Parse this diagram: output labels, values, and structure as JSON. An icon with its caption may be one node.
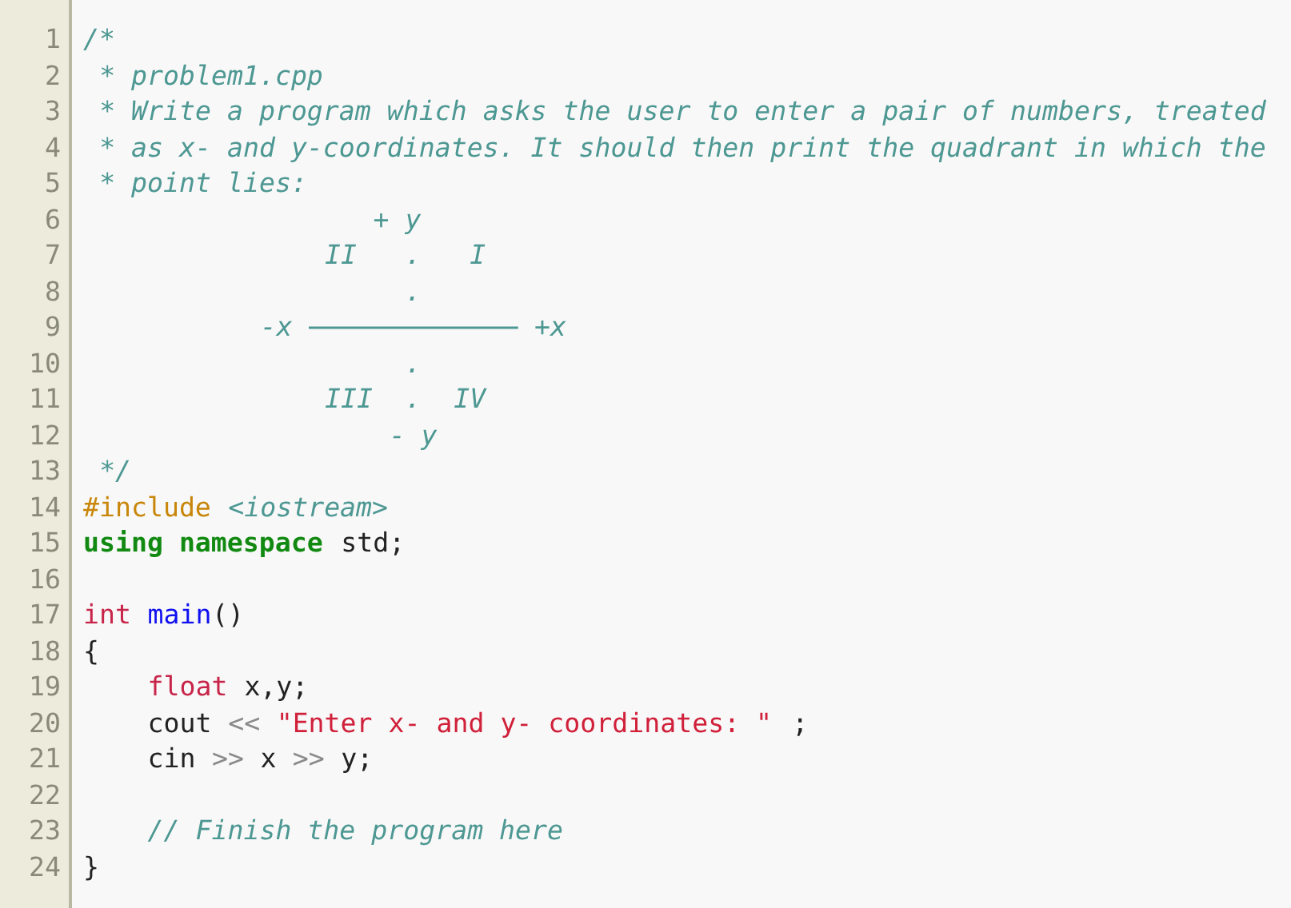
{
  "diagram": {
    "labels": [
      "1",
      "/*",
      "2",
      "* problem1.cpp",
      "3",
      "* Write a program which asks the user to enter a pair of numbers, treated",
      "4",
      "* as x- and y-coordinates. It should then print the quadrant in which the",
      "5",
      "* point lies:",
      "6",
      "+ y",
      "7",
      "II",
      ".",
      "I",
      "8",
      ".",
      "9",
      "-x",
      "+x",
      "10",
      ".",
      "11",
      "III",
      ".",
      "IV",
      "12",
      "- y",
      "13",
      "*/",
      "14",
      "#include",
      "<iostream>",
      "15",
      "using namespace",
      "std;",
      "16",
      "17",
      "int",
      "main",
      "()",
      "18",
      "{",
      "19",
      "float",
      "x,y;",
      "20",
      "cout",
      "<<",
      "\"Enter x- and y- coordinates: \"",
      ";",
      "21",
      "cin",
      ">>",
      "x",
      ">>",
      "y;",
      "22",
      "23",
      "// Finish the program here",
      "24",
      "}"
    ]
  }
}
